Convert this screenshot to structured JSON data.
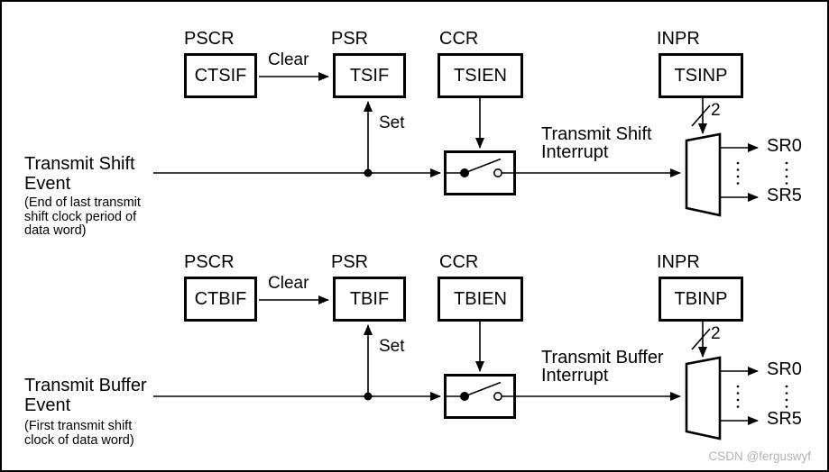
{
  "watermark": "CSDN @ferguswyf",
  "colors": {
    "line": "#000000",
    "background": "#ffffff",
    "watermark": "#b3b3b3"
  },
  "sections": [
    {
      "id": "transmit-shift",
      "registers": {
        "pscr": "PSCR",
        "psr": "PSR",
        "ccr": "CCR",
        "inpr": "INPR"
      },
      "bits": {
        "clear_flag": "CTSIF",
        "flag": "TSIF",
        "enable": "TSIEN",
        "priority": "TSINP"
      },
      "clear_label": "Clear",
      "set_label": "Set",
      "bus_width": "2",
      "interrupt_line1": "Transmit Shift",
      "interrupt_line2": "Interrupt",
      "event_title_line1": "Transmit Shift",
      "event_title_line2": "Event",
      "event_note_lines": {
        "0": "(End of last transmit",
        "1": "shift clock period of",
        "2": "data word)"
      },
      "outputs": {
        "first": "SR0",
        "last": "SR5"
      }
    },
    {
      "id": "transmit-buffer",
      "registers": {
        "pscr": "PSCR",
        "psr": "PSR",
        "ccr": "CCR",
        "inpr": "INPR"
      },
      "bits": {
        "clear_flag": "CTBIF",
        "flag": "TBIF",
        "enable": "TBIEN",
        "priority": "TBINP"
      },
      "clear_label": "Clear",
      "set_label": "Set",
      "bus_width": "2",
      "interrupt_line1": "Transmit Buffer",
      "interrupt_line2": "Interrupt",
      "event_title_line1": "Transmit Buffer",
      "event_title_line2": "Event",
      "event_note_lines": {
        "0": "(First transmit shift",
        "1": "clock of data word)"
      },
      "outputs": {
        "first": "SR0",
        "last": "SR5"
      }
    }
  ]
}
